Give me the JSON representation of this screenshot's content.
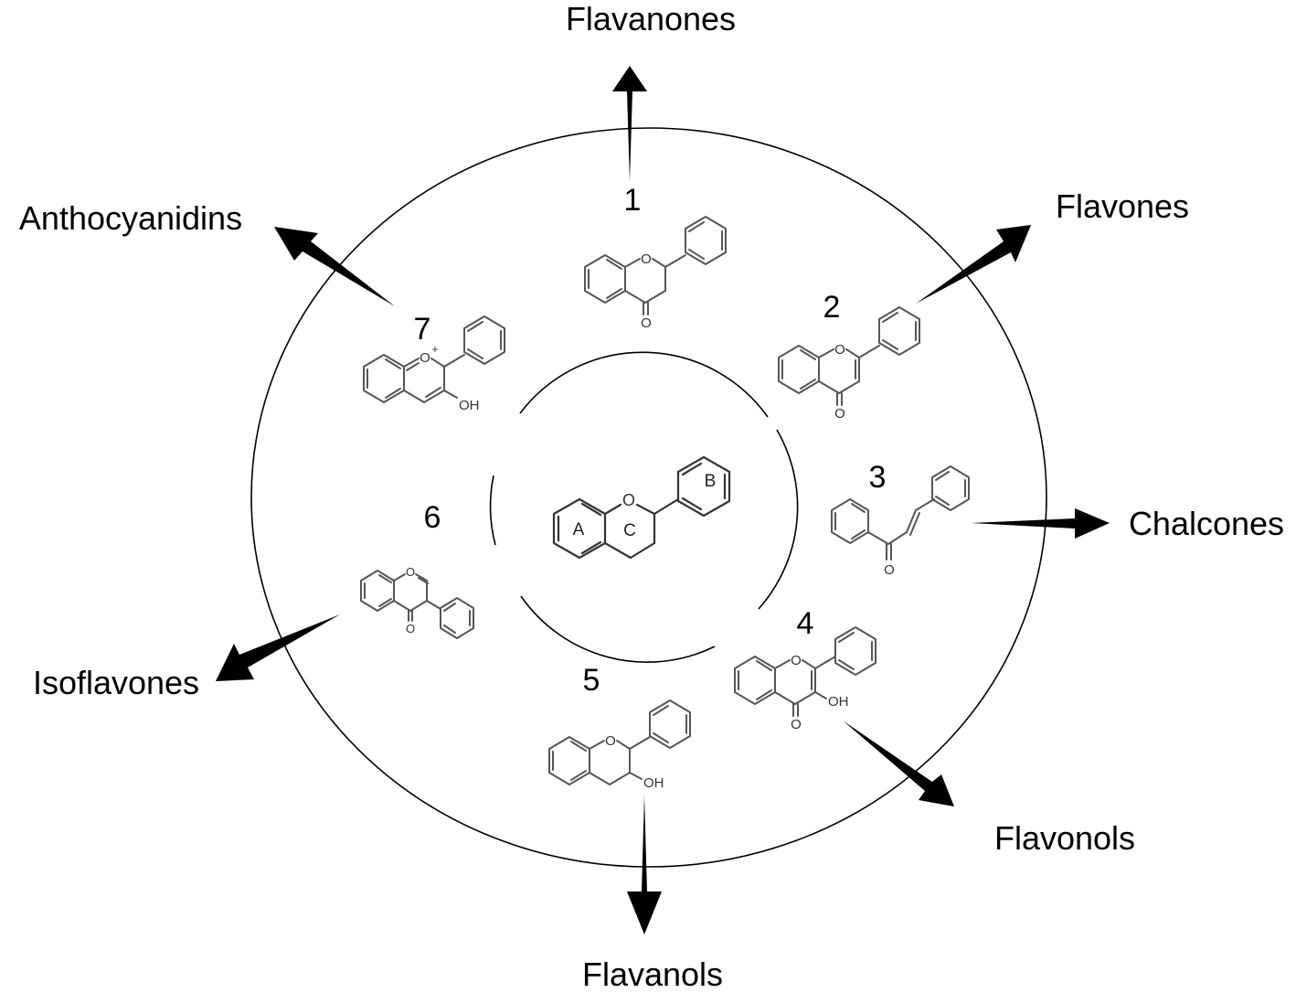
{
  "core": {
    "ring_labels": [
      "A",
      "C",
      "B"
    ],
    "heteroatom": "O"
  },
  "classes": [
    {
      "number": "1",
      "name": "Flavanones",
      "atoms": [
        "O",
        "O"
      ]
    },
    {
      "number": "2",
      "name": "Flavones",
      "atoms": [
        "O",
        "O"
      ]
    },
    {
      "number": "3",
      "name": "Chalcones",
      "atoms": [
        "O"
      ]
    },
    {
      "number": "4",
      "name": "Flavonols",
      "atoms": [
        "O",
        "O",
        "OH"
      ]
    },
    {
      "number": "5",
      "name": "Flavanols",
      "atoms": [
        "O",
        "OH"
      ]
    },
    {
      "number": "6",
      "name": "Isoflavones",
      "atoms": [
        "O",
        "O"
      ]
    },
    {
      "number": "7",
      "name": "Anthocyanidins",
      "atoms": [
        "O",
        "+",
        "OH"
      ]
    }
  ]
}
